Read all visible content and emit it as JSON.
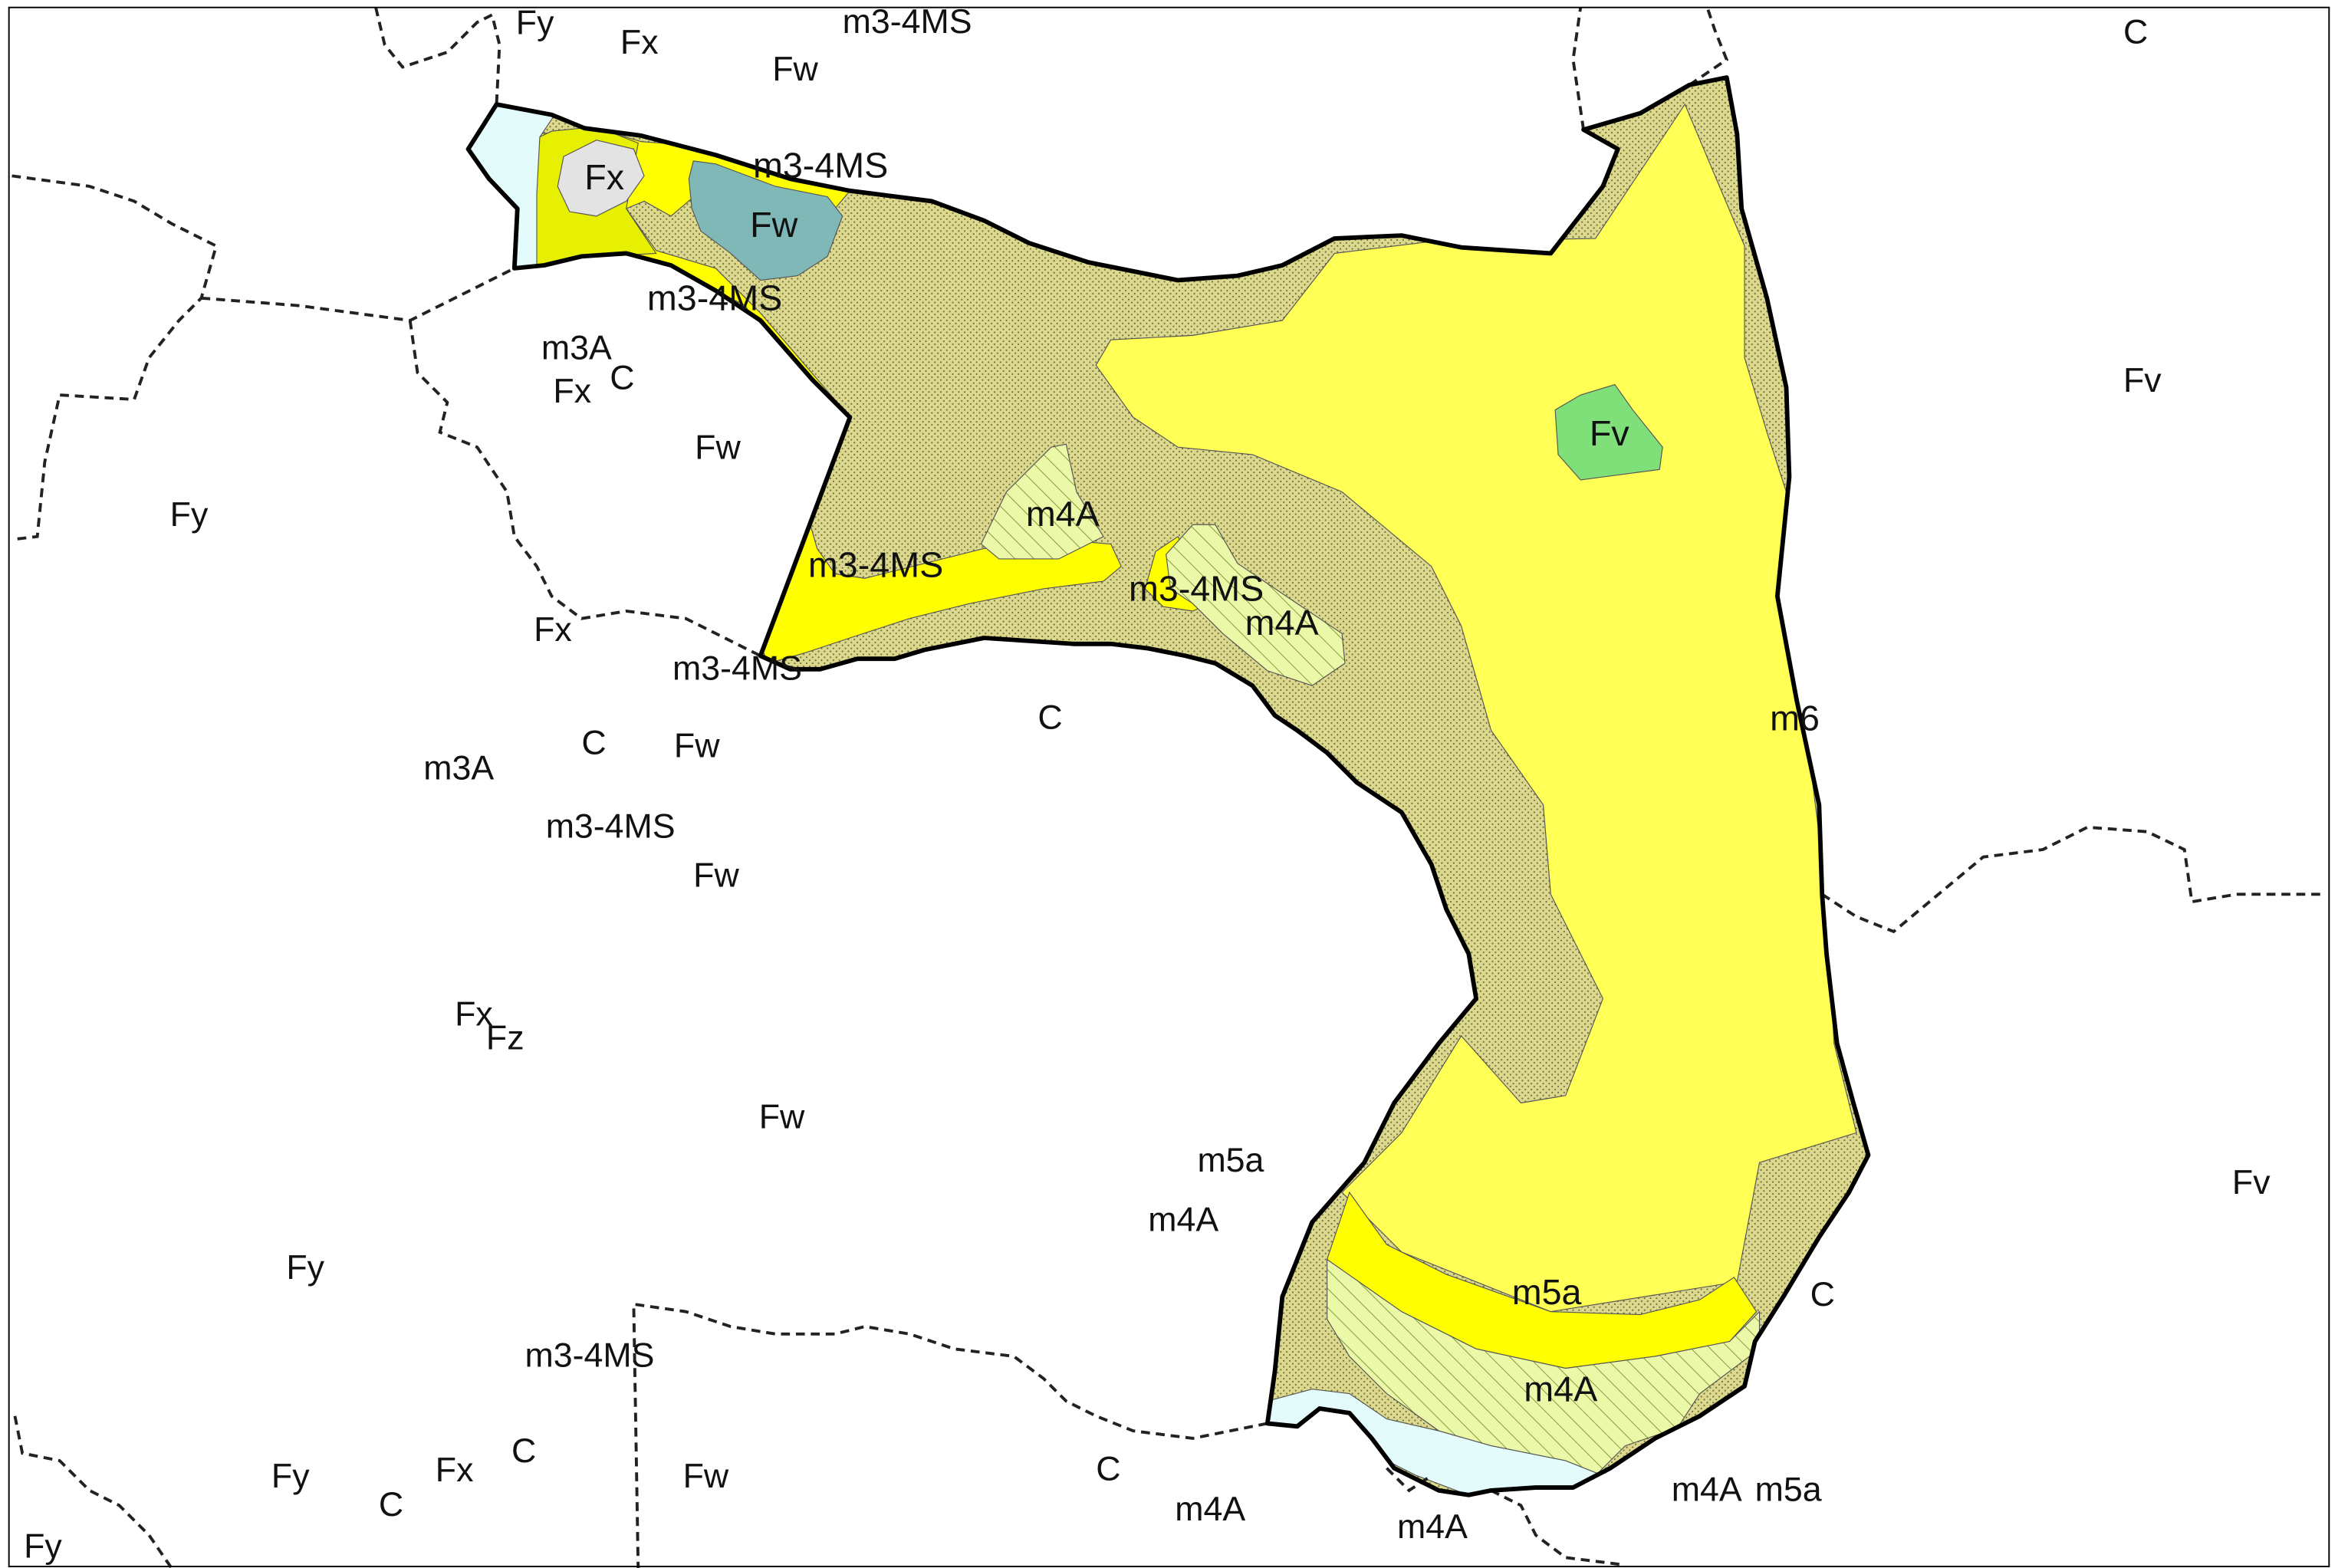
{
  "colors": {
    "background": "#ffffff",
    "dotted_zone": "#dcd98e",
    "yellow_zone": "#ffff55",
    "bright_yellow_zone": "#ffff00",
    "lime_zone": "#e6f000",
    "hatched_zone": "#ebf8a8",
    "teal_zone": "#80b8b8",
    "green_zone": "#7fe07a",
    "grey_zone": "#e3e3e3",
    "pale_cyan_zone": "#e4fbfb",
    "boundary": "#000000"
  },
  "icons": [
    "dashed-boundary-line",
    "solid-outer-boundary",
    "dotted-pattern-fill",
    "diagonal-hatch-fill"
  ],
  "outside_labels": [
    "Fy",
    "Fx",
    "m3-4MS",
    "Fw",
    "C",
    "Fv",
    "m3A",
    "Fx",
    "C",
    "Fw",
    "Fy",
    "Fx",
    "m3-4MS",
    "C",
    "Fw",
    "m3A",
    "m3-4MS",
    "Fw",
    "C",
    "Fx",
    "Fz",
    "Fw",
    "m5a",
    "m4A",
    "Fv",
    "Fy",
    "m3-4MS",
    "C",
    "C",
    "Fy",
    "Fx",
    "C",
    "Fw",
    "C",
    "m4A",
    "m4A",
    "m4A",
    "m5a",
    "Fy"
  ],
  "inside_labels": [
    "Fx",
    "m3-4MS",
    "Fw",
    "m3-4MS",
    "Fv",
    "m4A",
    "m3-4MS",
    "m3-4MS",
    "m4A",
    "m6",
    "m5a",
    "m4A"
  ]
}
